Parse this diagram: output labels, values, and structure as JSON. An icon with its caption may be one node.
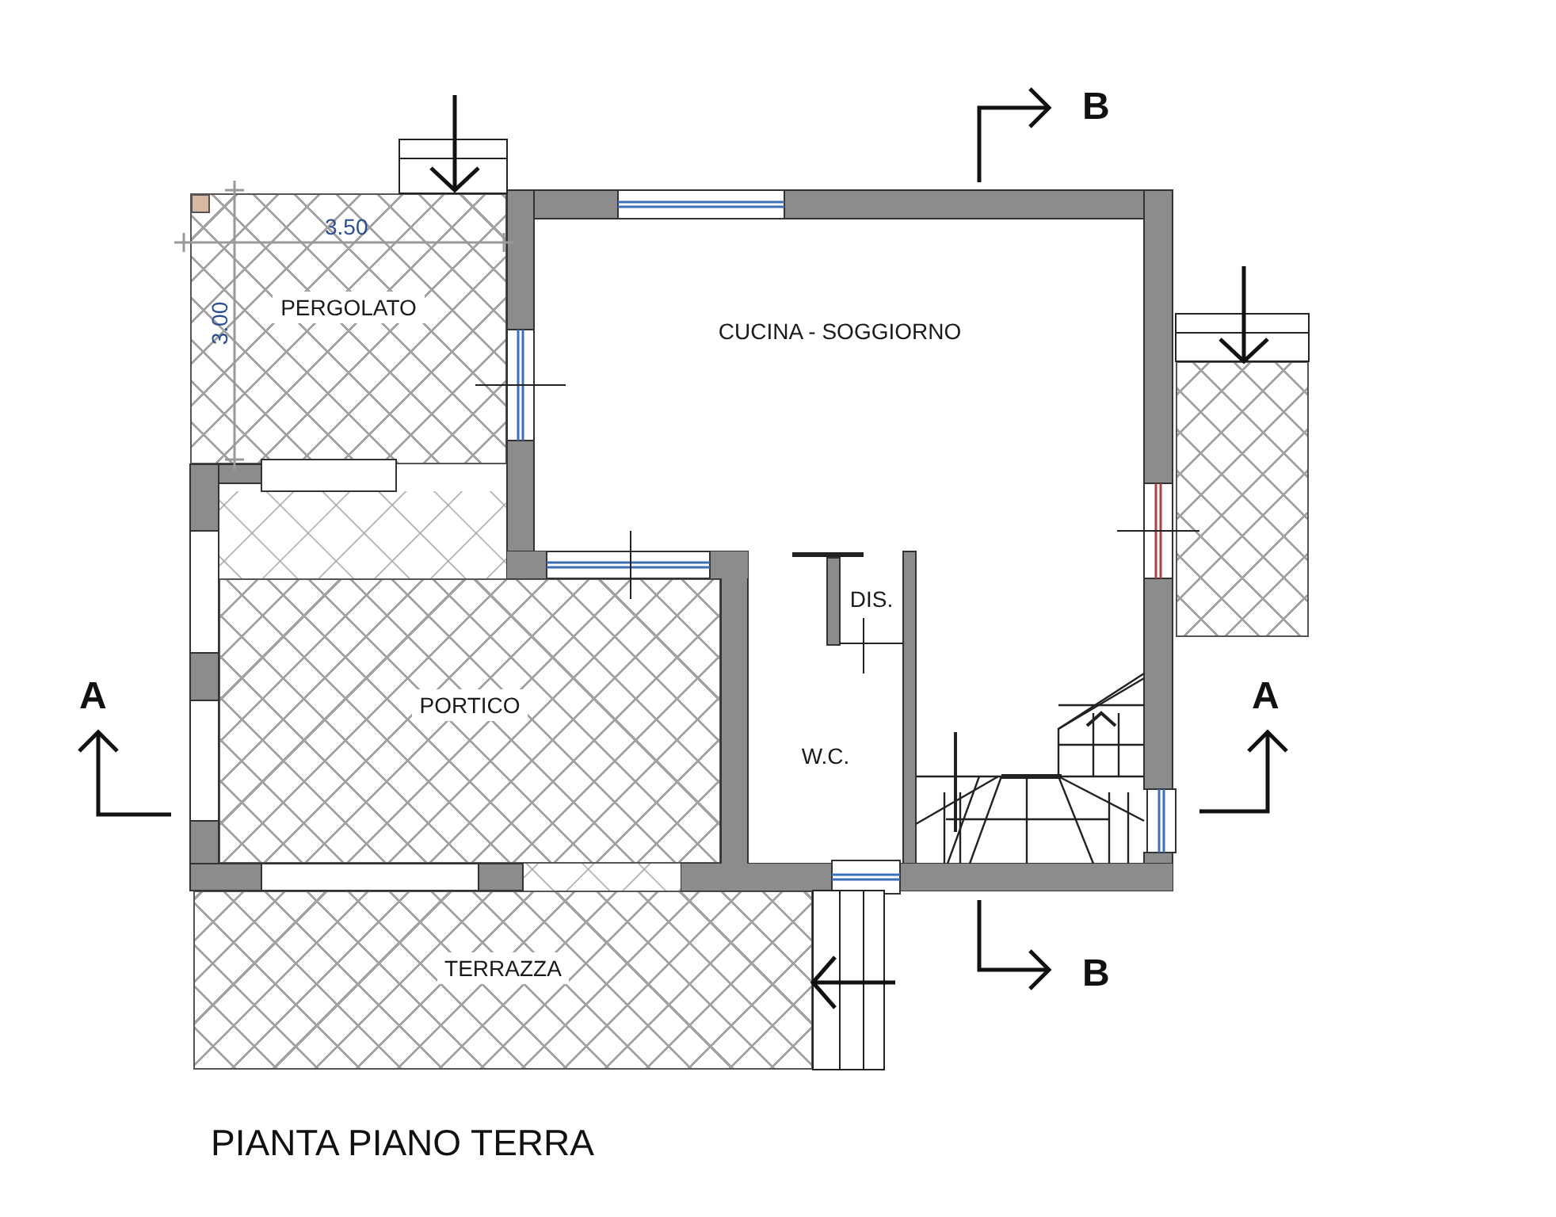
{
  "diagram": {
    "caption": "PIANTA PIANO TERRA",
    "nodes": [
      {
        "text": [
          "PERGOLATO"
        ]
      },
      {
        "text": [
          "CUCINA - SOGGIORNO"
        ]
      },
      {
        "text": [],
        "shape": "box"
      },
      {
        "text": [
          "DIS."
        ]
      },
      {
        "text": [
          "PORTICO"
        ]
      },
      {
        "text": [
          "W.C."
        ]
      },
      {
        "text": [
          "TERRAZZA"
        ]
      }
    ],
    "labels": [
      "B",
      "3.50",
      "3.00",
      "A",
      "A",
      "B"
    ]
  }
}
